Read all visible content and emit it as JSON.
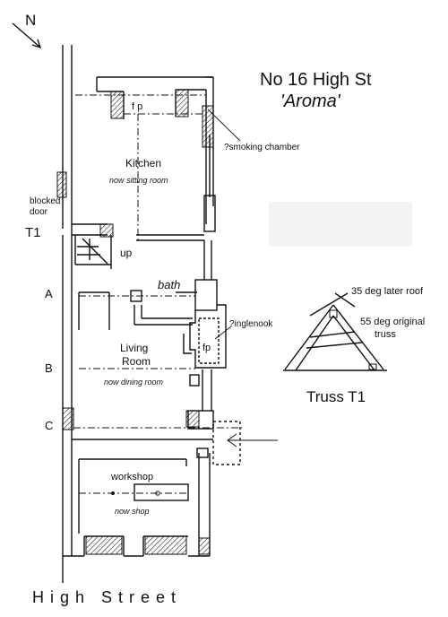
{
  "title": "No 16 High St",
  "subtitle": "'Aroma'",
  "compass": "N",
  "street": "High Street",
  "rooms": {
    "kitchen": "Kitchen",
    "kitchen_now": "now sitting room",
    "living": "Living",
    "living2": "Room",
    "living_now": "now dining room",
    "workshop": "workshop",
    "workshop_now": "now shop",
    "bath": "bath"
  },
  "labels": {
    "blocked1": "blocked",
    "blocked2": "door",
    "t1": "T1",
    "up": "up",
    "fp_top": "f p",
    "fp_living": "fp",
    "smoking": "?smoking chamber",
    "inglenook": "?inglenook",
    "A": "A",
    "B": "B",
    "C": "C"
  },
  "truss": {
    "later_roof": "35 deg later roof",
    "original1": "55 deg original",
    "original2": "truss",
    "title": "Truss  T1"
  }
}
